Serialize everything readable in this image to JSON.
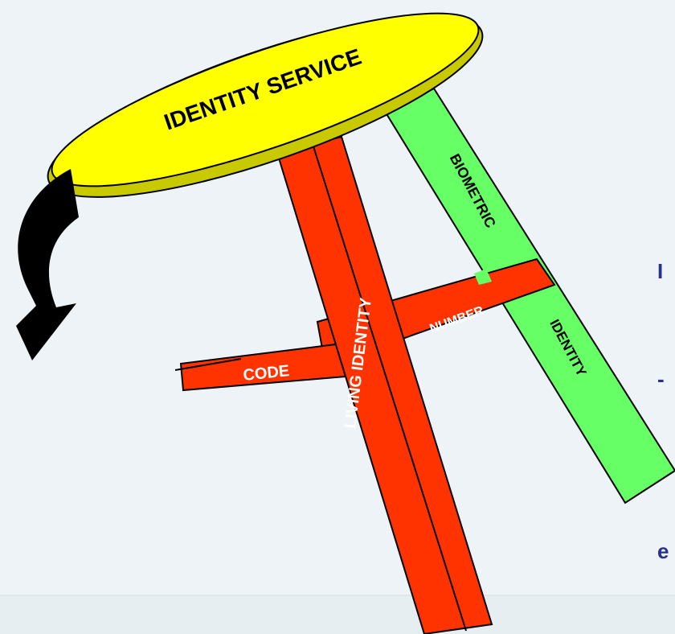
{
  "diagram": {
    "seat_label": "IDENTITY SERVICE",
    "legs": {
      "living_identity": "LIVING IDENTITY",
      "biometric": "BIOMETRIC",
      "identity": "IDENTITY"
    },
    "rungs": {
      "code": "CODE",
      "number": "NUMBER"
    }
  },
  "side_text": {
    "line1": "I",
    "line2": "-",
    "line3": "e"
  },
  "colors": {
    "background": "#edf3f6",
    "seat": "#ffff00",
    "red_leg": "#ff3300",
    "green_leg": "#66ff66",
    "arrow": "#000000",
    "side_text": "#2b2f8c"
  },
  "icons": {
    "fall_arrow": "curved-arrow-down-left-icon"
  }
}
